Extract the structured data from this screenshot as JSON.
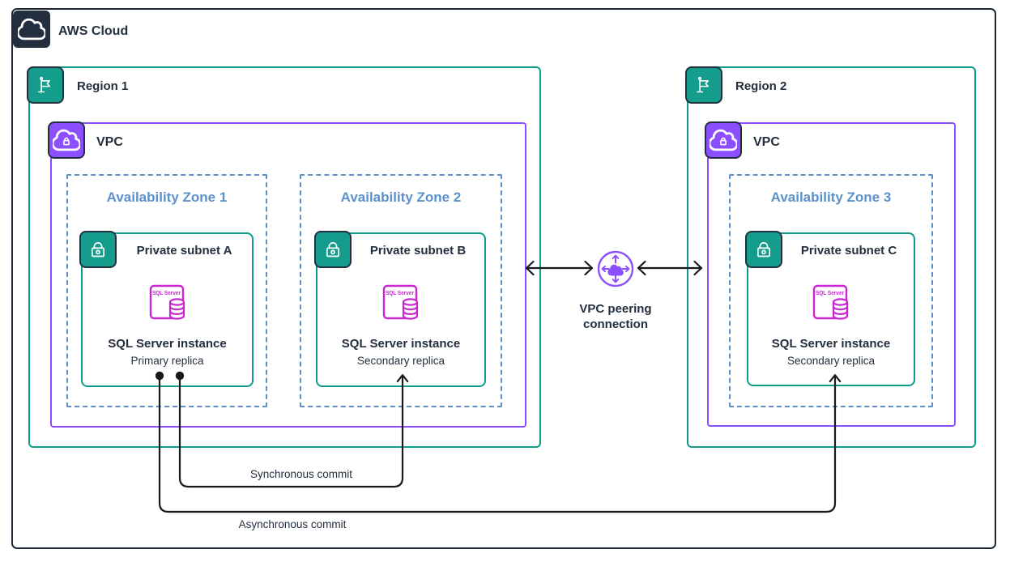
{
  "colors": {
    "navy": "#232F3E",
    "teal": "#0E9C8A",
    "purple": "#8C4FFF",
    "magenta": "#C925D1",
    "az_blue": "#5B90CB",
    "line": "#17191C"
  },
  "aws_cloud": {
    "label": "AWS Cloud"
  },
  "region1": {
    "label": "Region 1",
    "vpc_label": "VPC",
    "az1": {
      "label": "Availability Zone 1"
    },
    "az2": {
      "label": "Availability Zone 2"
    },
    "subnetA": {
      "label": "Private subnet A",
      "sql_badge": "SQL Server",
      "instance": "SQL Server instance",
      "replica": "Primary replica"
    },
    "subnetB": {
      "label": "Private subnet B",
      "sql_badge": "SQL Server",
      "instance": "SQL Server instance",
      "replica": "Secondary replica"
    }
  },
  "region2": {
    "label": "Region 2",
    "vpc_label": "VPC",
    "az3": {
      "label": "Availability Zone 3"
    },
    "subnetC": {
      "label": "Private subnet C",
      "sql_badge": "SQL Server",
      "instance": "SQL Server instance",
      "replica": "Secondary replica"
    }
  },
  "peering": {
    "line1": "VPC peering",
    "line2": "connection"
  },
  "links": {
    "sync": "Synchronous commit",
    "async": "Asynchronous commit"
  }
}
